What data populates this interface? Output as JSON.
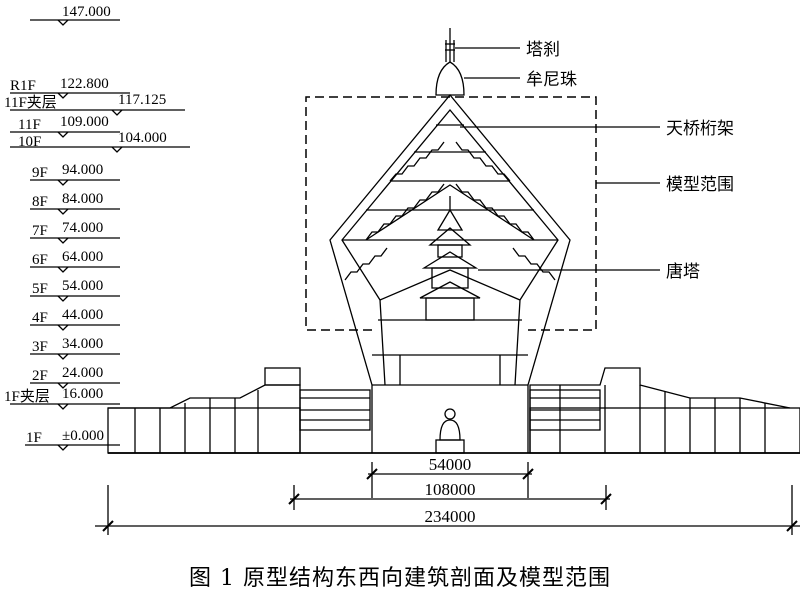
{
  "caption": "图 1   原型结构东西向建筑剖面及模型范围",
  "elevations": [
    {
      "name": "",
      "value": "147.000"
    },
    {
      "name": "R1F",
      "value": "122.800"
    },
    {
      "name": "11F夹层",
      "value": "117.125"
    },
    {
      "name": "11F",
      "value": "109.000"
    },
    {
      "name": "10F",
      "value": "104.000"
    },
    {
      "name": "9F",
      "value": "94.000"
    },
    {
      "name": "8F",
      "value": "84.000"
    },
    {
      "name": "7F",
      "value": "74.000"
    },
    {
      "name": "6F",
      "value": "64.000"
    },
    {
      "name": "5F",
      "value": "54.000"
    },
    {
      "name": "4F",
      "value": "44.000"
    },
    {
      "name": "3F",
      "value": "34.000"
    },
    {
      "name": "2F",
      "value": "24.000"
    },
    {
      "name": "1F夹层",
      "value": "16.000"
    },
    {
      "name": "1F",
      "value": "±0.000"
    }
  ],
  "callouts": {
    "spire": "塔刹",
    "mani_pearl": "牟尼珠",
    "truss": "天桥桁架",
    "model_range": "模型范围",
    "tang_pagoda": "唐塔"
  },
  "dimensions": {
    "d1": "54000",
    "d2": "108000",
    "d3": "234000"
  }
}
